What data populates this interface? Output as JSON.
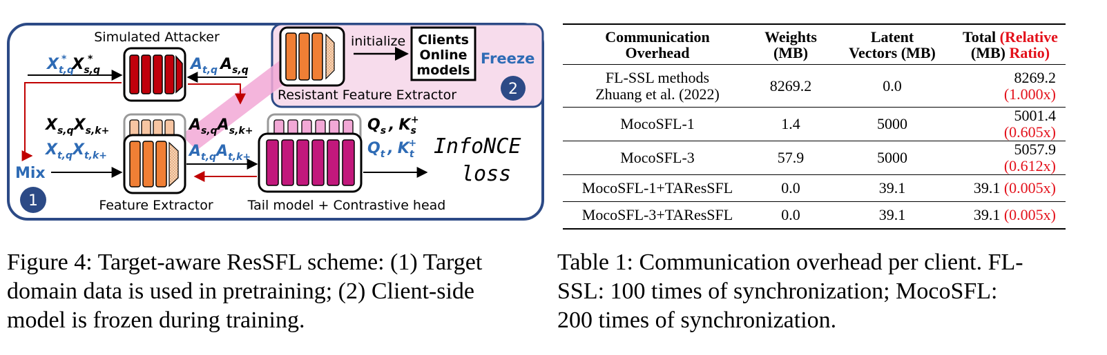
{
  "figure": {
    "labels": {
      "simulated_attacker": "Simulated Attacker",
      "initialize": "initialize",
      "clients_line1": "Clients",
      "clients_line2": "Online",
      "clients_line3": "models",
      "freeze": "Freeze",
      "resistant_extractor": "Resistant Feature Extractor",
      "step2": "2",
      "mix": "Mix",
      "step1": "1",
      "feature_extractor": "Feature Extractor",
      "tail_model": "Tail model + Contrastive head",
      "infonce": "InfoNCE",
      "loss": "loss"
    },
    "math": {
      "x_star": [
        "X",
        "t,q",
        "*",
        "X",
        "s,q",
        "*"
      ],
      "a_tq_asq": [
        "A",
        "t,q",
        "A",
        "s,q"
      ],
      "x_sq_sk": [
        "X",
        "s,q",
        "X",
        "s,k+"
      ],
      "a_sq_sk": [
        "A",
        "s,q",
        "A",
        "s,k+"
      ],
      "x_tq_tk": [
        "X",
        "t,q",
        "X",
        "t,k+"
      ],
      "a_tq_tk": [
        "A",
        "t,q",
        "A",
        "t,k+"
      ],
      "q_s_k": [
        "Q",
        "s",
        ",",
        "K",
        "s",
        "+"
      ],
      "q_t_k": [
        "Q",
        "t",
        ",",
        "K",
        "t",
        "+"
      ]
    },
    "colors": {
      "frame": "#2c4a86",
      "orange": "#f07f35",
      "orange_light": "#f7c5a2",
      "red": "#c0000b",
      "magenta": "#c2187c",
      "pink_light": "#f2a8d6",
      "freeze_bg": "#f7dcec",
      "blue": "#2e6bb5",
      "arrow_red": "#c00000"
    }
  },
  "table": {
    "headers": [
      [
        "Communication",
        "Overhead"
      ],
      [
        "Weights",
        "(MB)"
      ],
      [
        "Latent",
        "Vectors (MB)"
      ],
      [
        "Total ",
        "(Relative",
        "(MB) ",
        "Ratio)"
      ]
    ],
    "rows": [
      {
        "method": [
          "FL-SSL methods",
          "Zhuang et al. (2022)"
        ],
        "weights": "8269.2",
        "latent": "0.0",
        "total": "8269.2 ",
        "ratio": "(1.000x)"
      },
      {
        "method": [
          "MocoSFL-1"
        ],
        "weights": "1.4",
        "latent": "5000",
        "total": "5001.4 ",
        "ratio": "(0.605x)"
      },
      {
        "method": [
          "MocoSFL-3"
        ],
        "weights": "57.9",
        "latent": "5000",
        "total": "5057.9 ",
        "ratio": "(0.612x)"
      },
      {
        "method": [
          "MocoSFL-1+TAResSFL"
        ],
        "weights": "0.0",
        "latent": "39.1",
        "total": "39.1 ",
        "ratio": "(0.005x)"
      },
      {
        "method": [
          "MocoSFL-3+TAResSFL"
        ],
        "weights": "0.0",
        "latent": "39.1",
        "total": "39.1 ",
        "ratio": "(0.005x)"
      }
    ]
  },
  "captions": {
    "figure": [
      "Figure 4: Target-aware ResSFL scheme: (1) Target",
      "domain data is used in pretraining; (2) Client-side",
      "model is frozen during training."
    ],
    "table": [
      "Table 1: Communication overhead per client. FL-",
      "SSL: 100 times of synchronization; MocoSFL:",
      "200 times of synchronization."
    ]
  }
}
